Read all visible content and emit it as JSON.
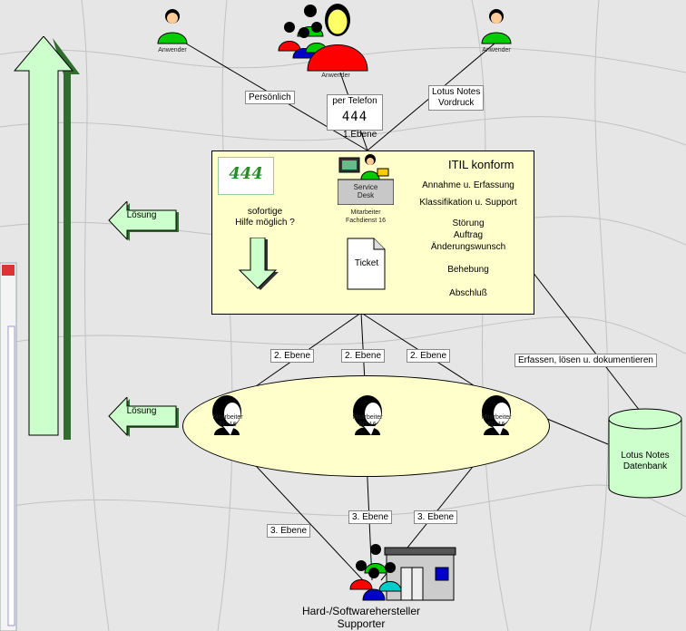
{
  "users": {
    "left_label": "Anwender",
    "center_label": "Anwender",
    "right_label": "Anwender"
  },
  "channels": {
    "personal": "Persönlich",
    "phone": "per Telefon",
    "phone_number": "444",
    "lotus_line1": "Lotus Notes",
    "lotus_line2": "Vordruck",
    "level1": "1.Ebene"
  },
  "itil": {
    "title": "ITIL konform",
    "logo_text": "444",
    "service_desk_line1": "Service",
    "service_desk_line2": "Desk",
    "staff_line1": "Mitarbeiter",
    "staff_line2": "Fachdienst 16",
    "question_line1": "sofortige",
    "question_line2": "Hilfe möglich ?",
    "ticket": "Ticket",
    "steps": [
      "Annahme u. Erfassung",
      "Klassifikation u. Support",
      "Störung",
      "Auftrag",
      "Änderungswunsch",
      "Behebung",
      "Abschluß"
    ]
  },
  "solution": {
    "top": "Lösung",
    "bottom": "Lösung"
  },
  "level2": {
    "label_1": "2. Ebene",
    "label_2": "2. Ebene",
    "label_3": "2. Ebene",
    "capture": "Erfassen, lösen u. dokumentieren"
  },
  "staff": [
    {
      "line1": "Mitarbeiter",
      "line2": "FD 16"
    },
    {
      "line1": "Mitarbeiter",
      "line2": "FD 16"
    },
    {
      "line1": "Mitarbeiter",
      "line2": "FD 16"
    }
  ],
  "database": {
    "line1": "Lotus Notes",
    "line2": "Datenbank"
  },
  "level3": {
    "label_1": "3. Ebene",
    "label_2": "3. Ebene",
    "label_3": "3. Ebene"
  },
  "vendor": {
    "line1": "Hard-/Softwarehersteller",
    "line2": "Supporter"
  },
  "colors": {
    "box_fill": "#ffffcc",
    "arrow_fill": "#ccffcc",
    "person_green": "#00cc00",
    "person_red": "#ff0000",
    "person_blue": "#0000cc"
  }
}
